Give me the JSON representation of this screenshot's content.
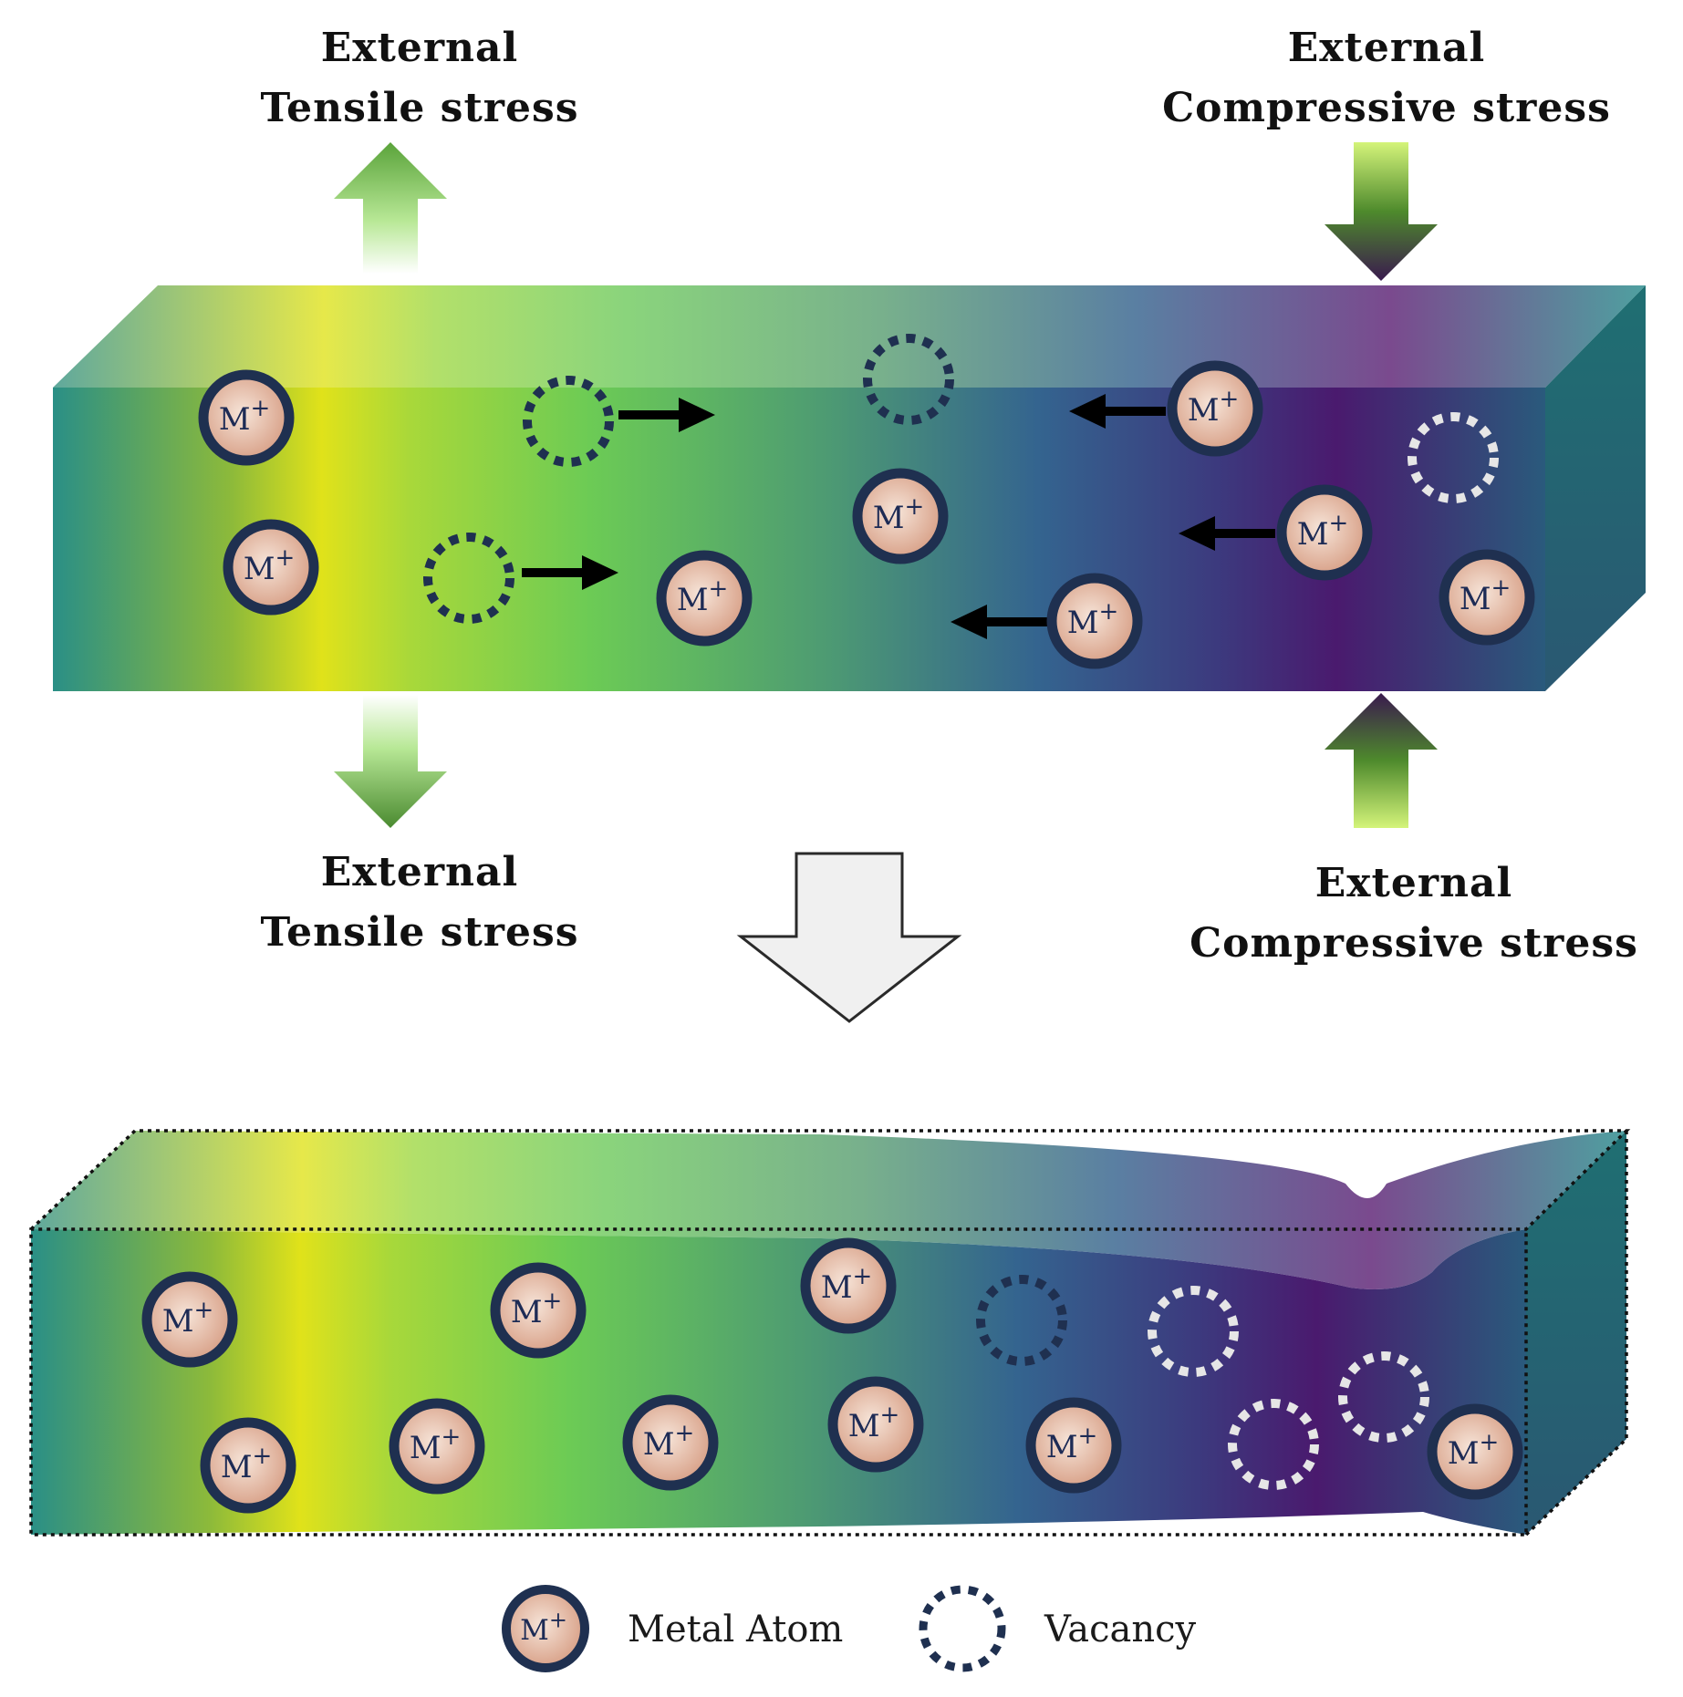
{
  "labels": {
    "tensile_top": {
      "line1": "External",
      "line2": "Tensile stress"
    },
    "compressive_top": {
      "line1": "External",
      "line2": "Compressive stress"
    },
    "tensile_bottom": {
      "line1": "External",
      "line2": "Tensile stress"
    },
    "compressive_bottom": {
      "line1": "External",
      "line2": "Compressive stress"
    }
  },
  "atom_label": "M",
  "atom_charge": "+",
  "legend": {
    "metal_atom": "Metal Atom",
    "vacancy": "Vacancy"
  },
  "colors": {
    "gradient": [
      "#2a8f86",
      "#e0e21a",
      "#6ccb55",
      "#4d9a73",
      "#34648f",
      "#4a1a6e",
      "#2a6a7c"
    ],
    "atom_ring": "#1f3050",
    "atom_fill": "#d59a80",
    "atom_fill_center": "#f6e4d8",
    "vacancy_dark": "#1f3050",
    "vacancy_light": "#e6e6e6",
    "arrow_green": "#5aa33a",
    "arrow_pale": "#d4f47a"
  }
}
